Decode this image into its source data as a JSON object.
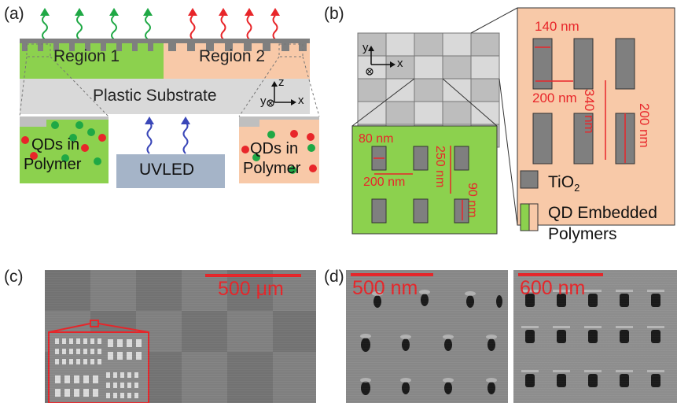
{
  "panels": {
    "a": "(a)",
    "b": "(b)",
    "c": "(c)",
    "d": "(d)"
  },
  "panel_a": {
    "region1": "Region 1",
    "region2": "Region 2",
    "substrate": "Plastic Substrate",
    "axis_z": "z",
    "axis_y": "y",
    "axis_x": "x",
    "qd_box_left": {
      "line1": "QDs in",
      "line2": "Polymer"
    },
    "qd_box_right": {
      "line1": "QDs in",
      "line2": "Polymer"
    },
    "uvled": "UVLED",
    "colors": {
      "green": "#8cd14e",
      "peach": "#f8c9a8",
      "substrate": "#d9d9d9",
      "tio2": "#7f7f7f",
      "uvled": "#a5b4c8",
      "emit_green": "#1fa845",
      "emit_red": "#e8262a",
      "uv_blue": "#3a47b8"
    }
  },
  "panel_b": {
    "axis_y": "y",
    "axis_x": "x",
    "red_inset": {
      "w": "140 nm",
      "period": "200 nm",
      "height": "340 nm",
      "pitch": "200 nm"
    },
    "green_inset": {
      "w": "80 nm",
      "period": "200 nm",
      "height": "250 nm",
      "pitch": "90 nm"
    },
    "legend_tio2": "TiO",
    "legend_tio2_sub": "2",
    "legend_qd_line1": "QD Embedded",
    "legend_qd_line2": "Polymers"
  },
  "panel_c": {
    "scalebar": "500 μm"
  },
  "panel_d": {
    "scalebar_left": "500 nm",
    "scalebar_right": "600 nm"
  }
}
